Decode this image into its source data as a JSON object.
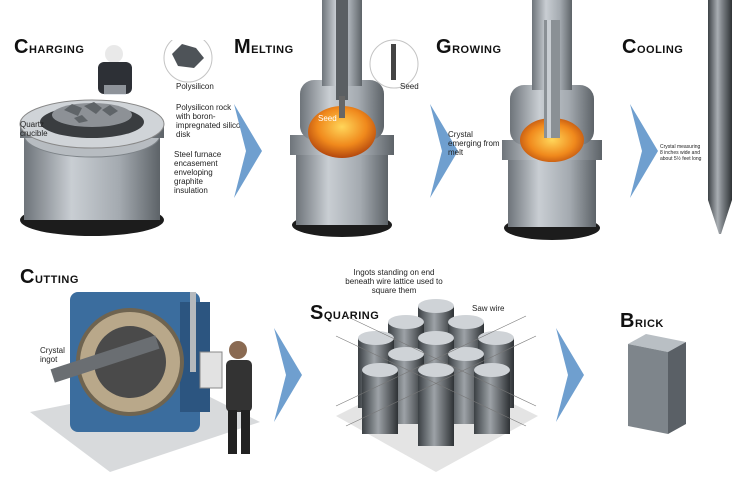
{
  "stages": {
    "charging": {
      "title": "Charging",
      "labels": {
        "polysilicon": "Polysilicon",
        "rock": "Polysilicon rock with boron-impregnated silicon disk",
        "crucible": "Quartz crucible",
        "furnace": "Steel furnace encasement enveloping graphite insulation"
      }
    },
    "melting": {
      "title": "Melting",
      "labels": {
        "seed_inset": "Seed",
        "seed": "Seed"
      }
    },
    "growing": {
      "title": "Growing",
      "labels": {
        "emerging": "Crystal emerging from melt"
      }
    },
    "cooling": {
      "title": "Cooling",
      "labels": {
        "measuring": "Crystal measuring 8 inches wide and about 5½ feet long"
      }
    },
    "cutting": {
      "title": "Cutting",
      "labels": {
        "ingot": "Crystal ingot"
      }
    },
    "squaring": {
      "title": "Squaring",
      "labels": {
        "lattice": "Ingots standing on end beneath wire lattice used to square them",
        "saw": "Saw wire"
      }
    },
    "brick": {
      "title": "Brick"
    }
  },
  "colors": {
    "arrow": "#6f9fcf",
    "steel": "#9ea4aa",
    "melt": "#f08a1c",
    "machine": "#3b6d9e"
  },
  "icons": [
    "process-arrow-icon"
  ]
}
